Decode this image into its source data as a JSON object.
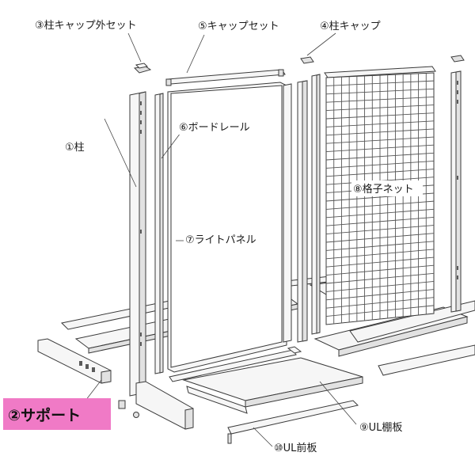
{
  "labels": {
    "pillar": "①柱",
    "support": "②サポート",
    "pillar_cap_outer_set": "③柱キャップ外セット",
    "pillar_cap": "④柱キャップ",
    "cap_set": "⑤キャップセット",
    "board_rail": "⑥ボードレール",
    "light_panel": "⑦ライトパネル",
    "lattice_net": "⑧格子ネット",
    "ul_shelf": "⑨UL棚板",
    "ul_front_board": "⑩UL前板"
  },
  "highlight_color": "#f07ac6"
}
